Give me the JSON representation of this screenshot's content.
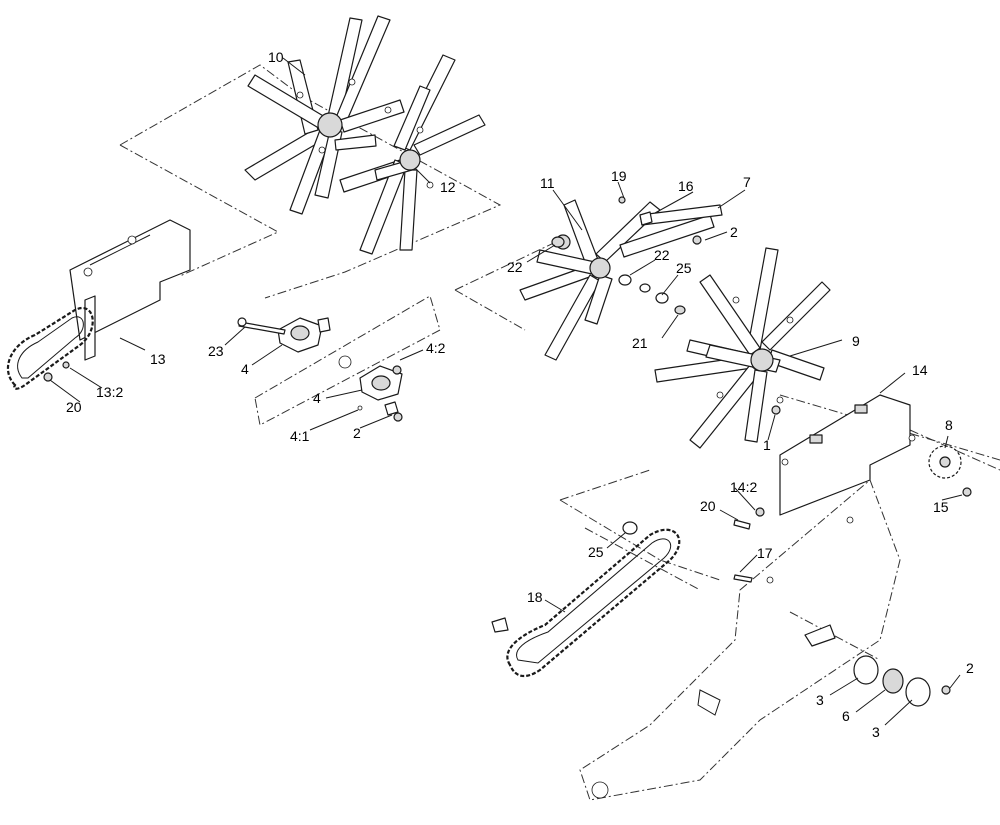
{
  "callouts": {
    "c1": "1",
    "c2a": "2",
    "c2b": "2",
    "c2c": "2",
    "c3a": "3",
    "c3b": "3",
    "c4a": "4",
    "c4b": "4",
    "c4_1": "4:1",
    "c4_2": "4:2",
    "c6": "6",
    "c7": "7",
    "c8": "8",
    "c9": "9",
    "c10": "10",
    "c11": "11",
    "c12": "12",
    "c13": "13",
    "c13_2": "13:2",
    "c14": "14",
    "c14_2": "14:2",
    "c15": "15",
    "c16": "16",
    "c17": "17",
    "c18": "18",
    "c19": "19",
    "c20a": "20",
    "c20b": "20",
    "c21": "21",
    "c22a": "22",
    "c22b": "22",
    "c23": "23",
    "c25a": "25",
    "c25b": "25"
  }
}
